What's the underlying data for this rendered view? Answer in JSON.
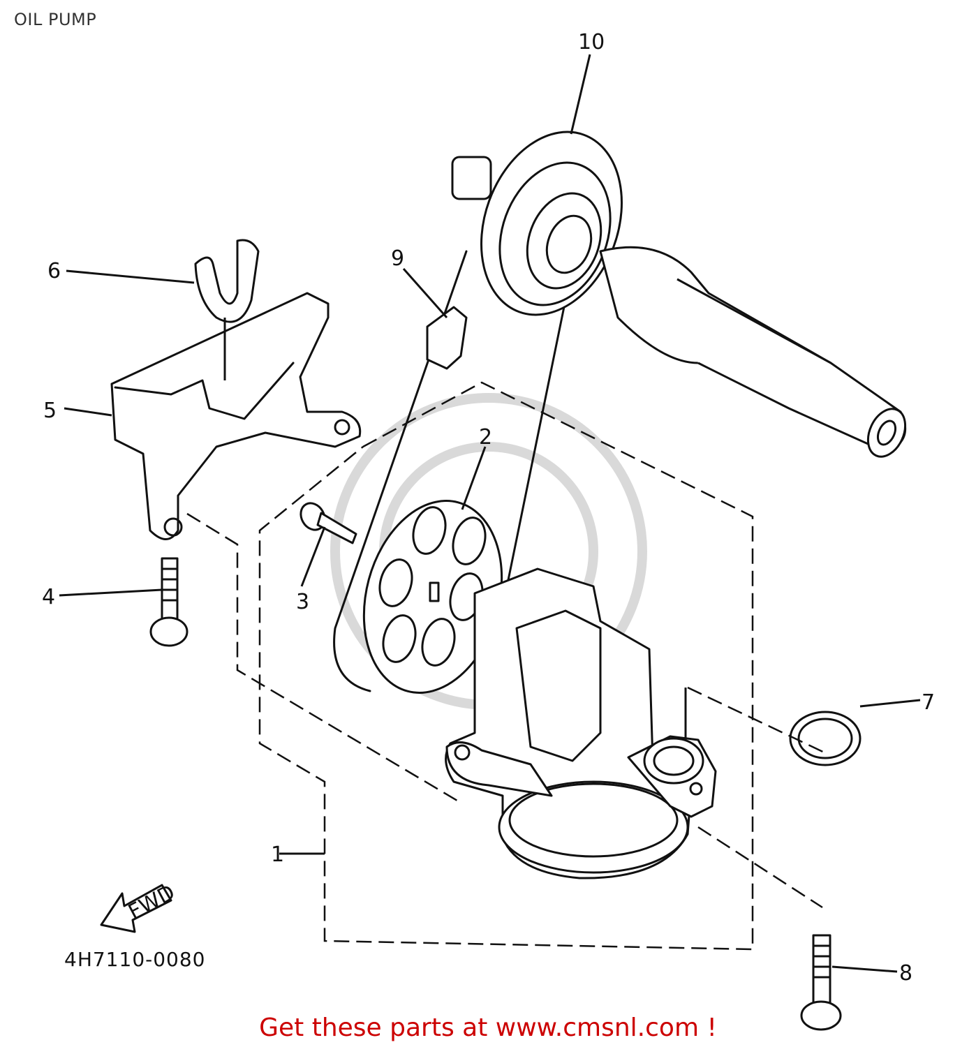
{
  "title": "OIL PUMP",
  "diagram_code": "4H7110-0080",
  "direction_mark": "FWD",
  "footer": "Get these parts at www.cmsnl.com !",
  "callouts": [
    "1",
    "2",
    "3",
    "4",
    "5",
    "6",
    "7",
    "8",
    "9",
    "10"
  ]
}
